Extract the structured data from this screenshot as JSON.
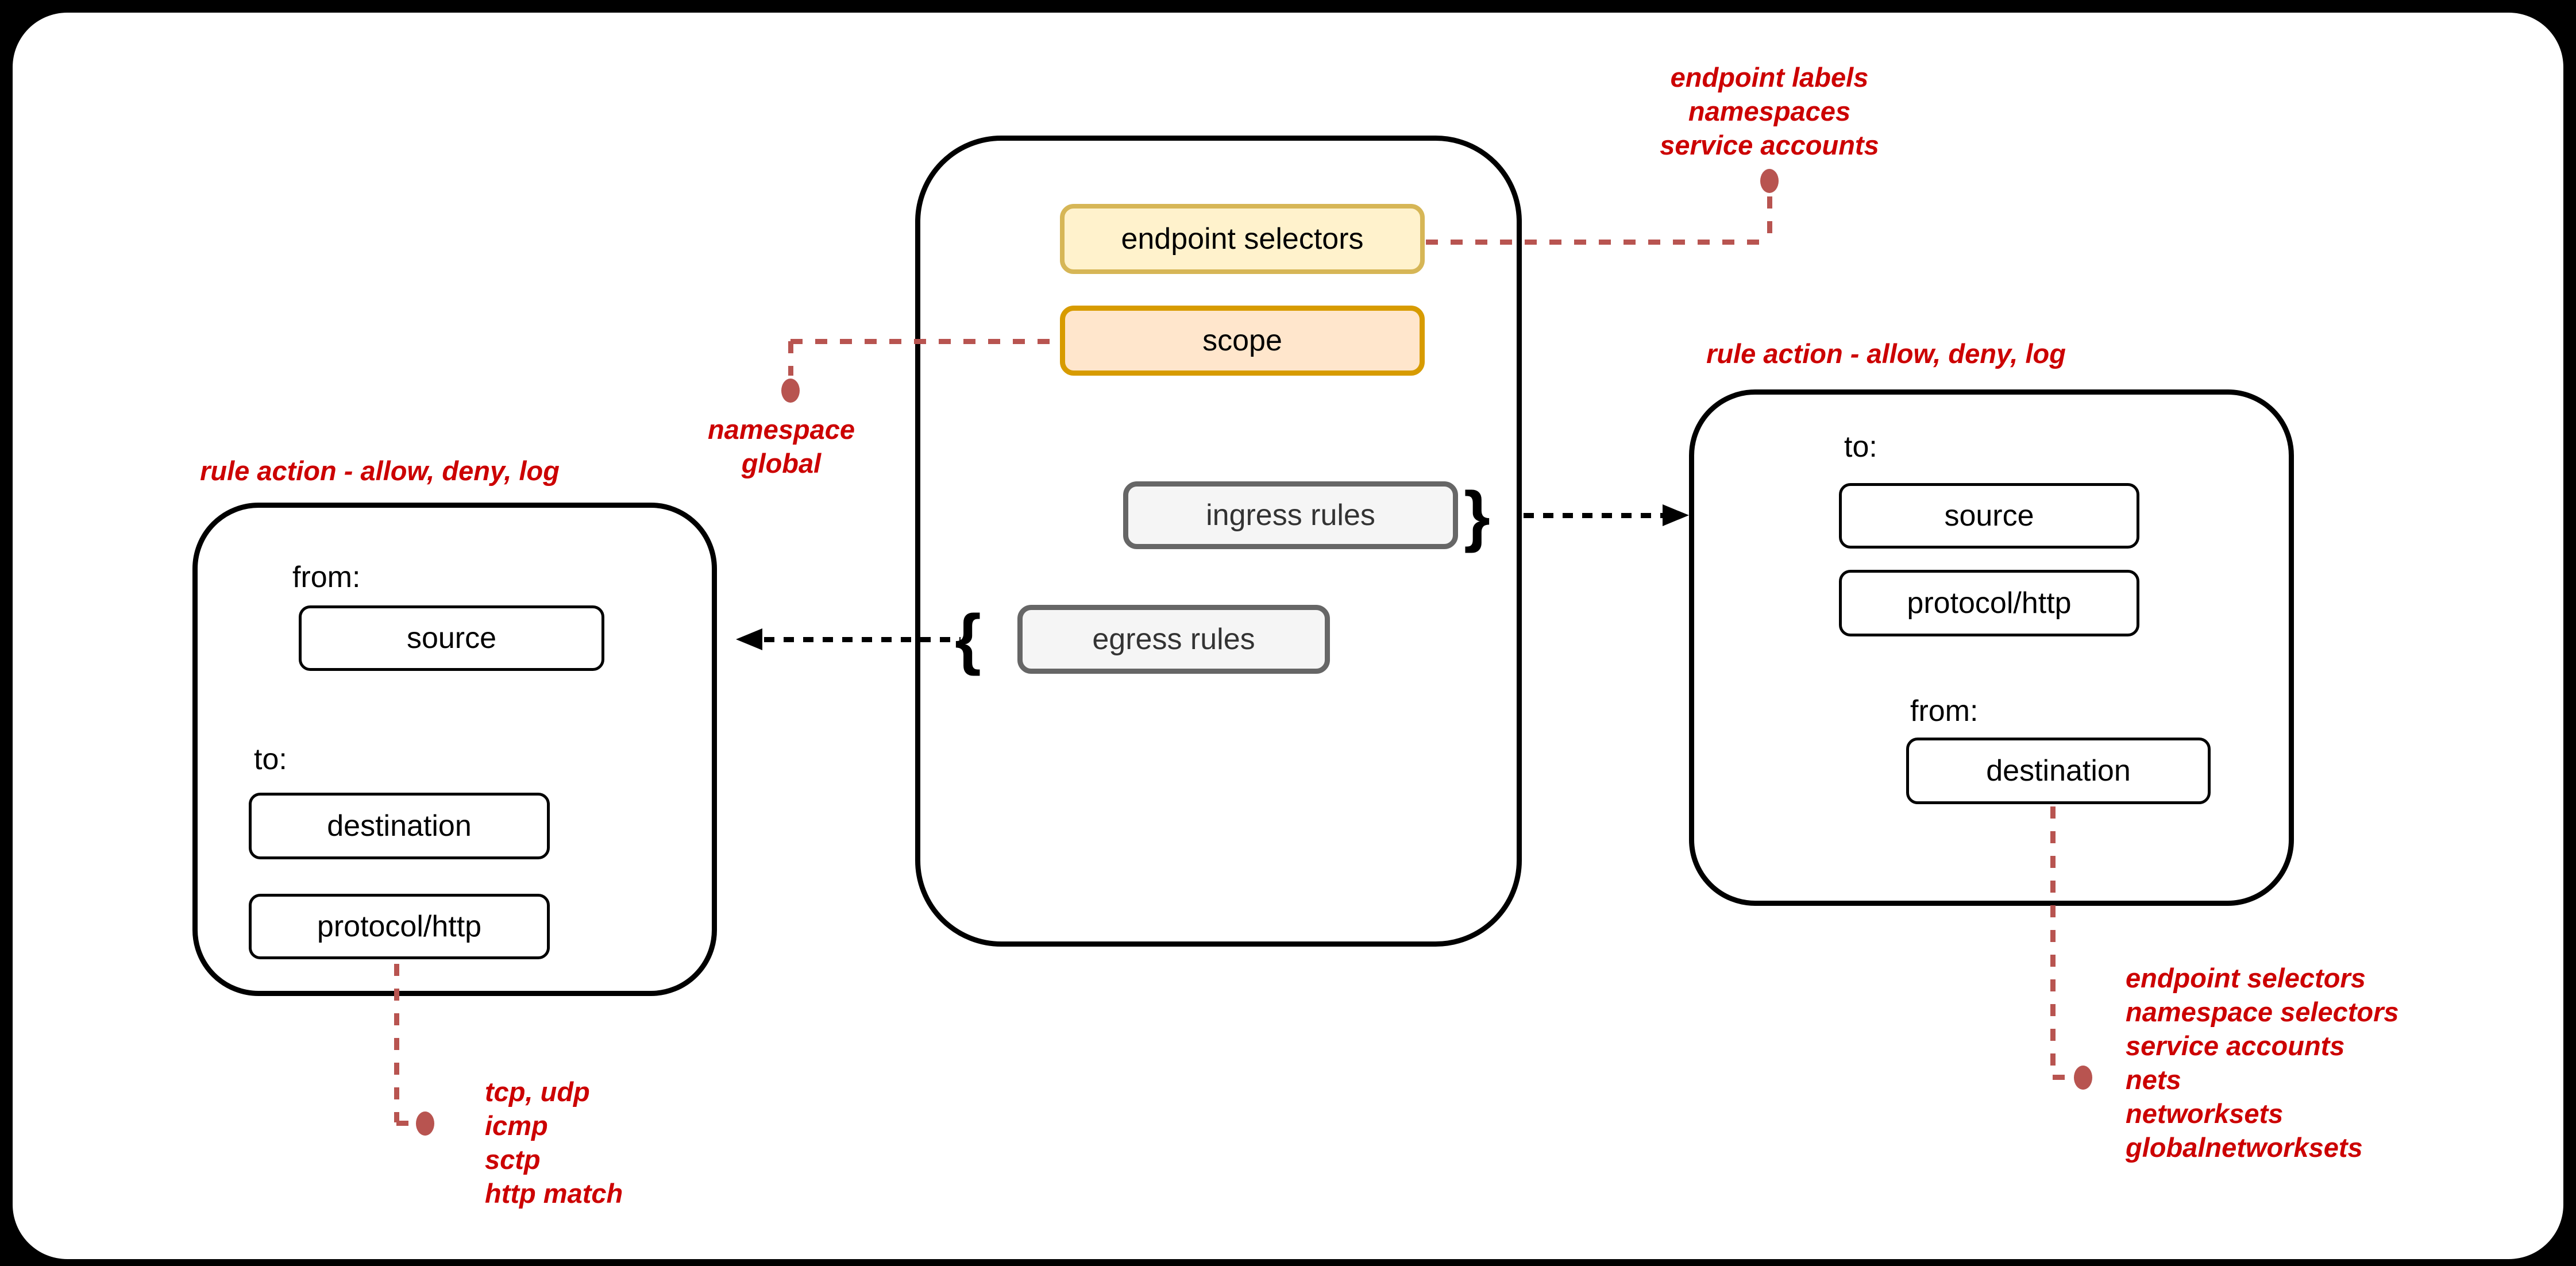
{
  "center": {
    "endpoint_selectors": "endpoint selectors",
    "scope": "scope",
    "ingress": "ingress rules",
    "egress": "egress rules",
    "brace_open": "{",
    "brace_close": "}"
  },
  "left_rule": {
    "title": "rule action - allow, deny, log",
    "from_label": "from:",
    "source": "source",
    "to_label": "to:",
    "destination": "destination",
    "protocol": "protocol/http"
  },
  "right_rule": {
    "title": "rule action - allow, deny, log",
    "to_label": "to:",
    "source": "source",
    "protocol": "protocol/http",
    "from_label": "from:",
    "destination": "destination"
  },
  "annotations": {
    "endpoint_note": [
      "endpoint labels",
      "namespaces",
      "service accounts"
    ],
    "scope_note": [
      "namespace",
      "global"
    ],
    "protocol_note": [
      "tcp, udp",
      "icmp",
      "sctp",
      "http match"
    ],
    "destination_note": [
      "endpoint selectors",
      "namespace selectors",
      "service accounts",
      "nets",
      "networksets",
      "globalnetworksets"
    ]
  },
  "colors": {
    "annotation_red": "#cc0000",
    "connector_red": "#b85450",
    "yellow_fill": "#fff2cc",
    "yellow_border": "#d6b656",
    "orange_fill": "#ffe6cc",
    "orange_border": "#d79b00",
    "gray_fill": "#f5f5f5",
    "gray_border": "#666666"
  }
}
